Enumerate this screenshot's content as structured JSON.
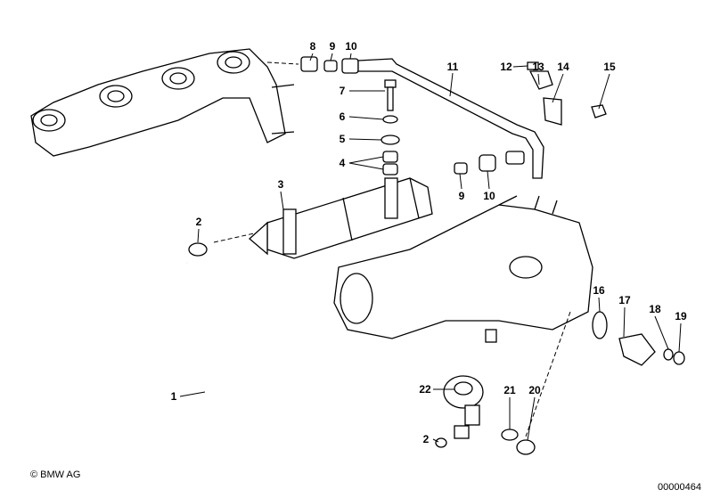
{
  "callouts": [
    "8",
    "9",
    "10",
    "11",
    "12",
    "13",
    "14",
    "15",
    "7",
    "6",
    "5",
    "4",
    "9",
    "10",
    "3",
    "2",
    "16",
    "17",
    "18",
    "19",
    "1",
    "22",
    "21",
    "20",
    "2"
  ],
  "footer": {
    "copyright": "© BMW AG",
    "diagram_number": "00000464"
  }
}
